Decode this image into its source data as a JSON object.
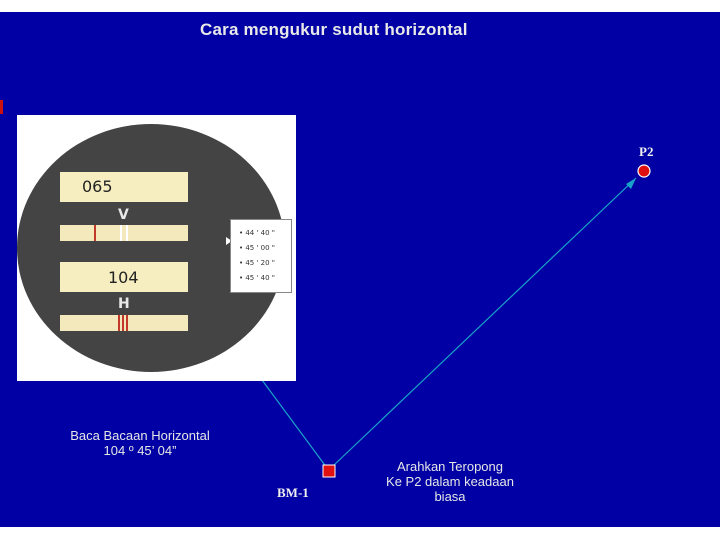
{
  "title": "Cara  mengukur sudut horizontal",
  "eyepiece": {
    "vertical_reading": "065",
    "vertical_letter": "V",
    "horizontal_reading": "104",
    "horizontal_letter": "H",
    "minute_scale": [
      "• 44 ' 40 \"",
      "• 45 ' 00 \"",
      "• 45 ' 20 \"",
      "• 45 ' 40 \""
    ]
  },
  "points": {
    "bm1_label": "BM-1",
    "p2_label": "P2",
    "point_color": "#e01010",
    "line_color": "#19a3c9"
  },
  "annotations": {
    "read_line1": "Baca Bacaan Horizontal",
    "read_line2": "104 º 45’ 04”",
    "aim_line1": "Arahkan Teropong",
    "aim_line2": "Ke P2 dalam keadaan",
    "aim_line3": "biasa"
  }
}
